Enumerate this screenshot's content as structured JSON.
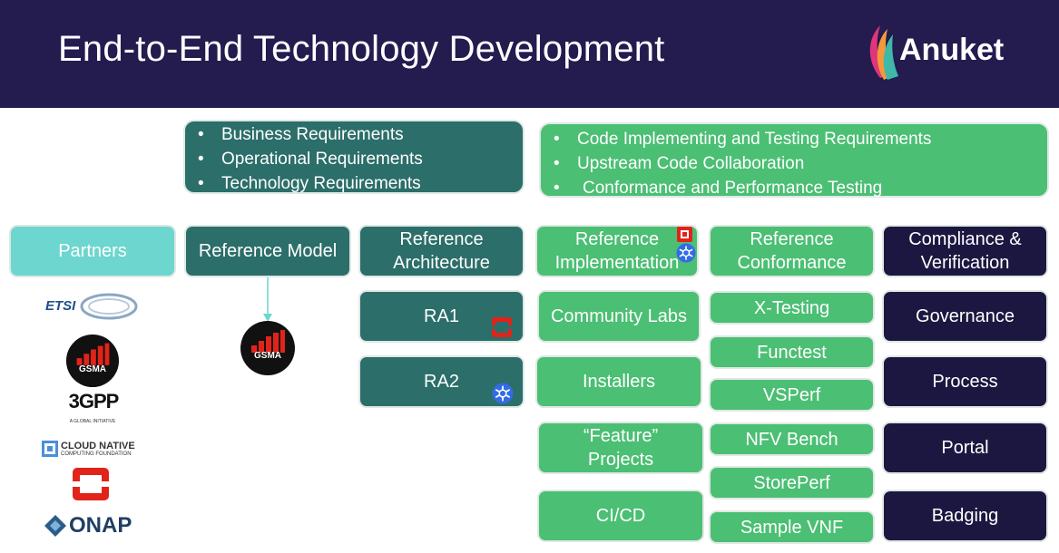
{
  "header": {
    "title": "End-to-End Technology Development",
    "logo_text": "Anuket"
  },
  "requirements_left": [
    "Business Requirements",
    "Operational Requirements",
    "Technology Requirements"
  ],
  "requirements_right": [
    "Code Implementing and Testing Requirements",
    "Upstream Code Collaboration",
    "Conformance and Performance Testing"
  ],
  "columns": {
    "partners": "Partners",
    "reference_model": "Reference Model",
    "reference_architecture": [
      "Reference",
      "Architecture"
    ],
    "reference_implementation": [
      "Reference",
      "Implementation"
    ],
    "reference_conformance": [
      "Reference",
      "Conformance"
    ],
    "compliance": [
      "Compliance &",
      "Verification"
    ]
  },
  "architecture_items": [
    "RA1",
    "RA2"
  ],
  "implementation_items": {
    "community_labs": "Community Labs",
    "installers": "Installers",
    "feature_projects": [
      "“Feature”",
      "Projects"
    ],
    "cicd": "CI/CD"
  },
  "conformance_items": [
    "X-Testing",
    "Functest",
    "VSPerf",
    "NFV Bench",
    "StorePerf",
    "Sample VNF"
  ],
  "compliance_items": [
    "Governance",
    "Process",
    "Portal",
    "Badging"
  ],
  "partner_logos": {
    "etsi": "ETSI",
    "gsma": "GSMA",
    "threegpp": "3GPP",
    "threegpp_tagline": "A GLOBAL INITIATIVE",
    "cncf_line1": "CLOUD NATIVE",
    "cncf_line2": "COMPUTING FOUNDATION",
    "onap": "ONAP"
  },
  "model_logo": "GSMA",
  "colors": {
    "header": "#241b4f",
    "teal": "#2c6e69",
    "green": "#4bbf73",
    "navy": "#1c1740",
    "cyan": "#6cd6cf",
    "openstack_red": "#e2231a",
    "kubernetes_blue": "#326ce5"
  },
  "icons": [
    "openstack-icon",
    "kubernetes-icon",
    "anuket-logo-icon"
  ]
}
